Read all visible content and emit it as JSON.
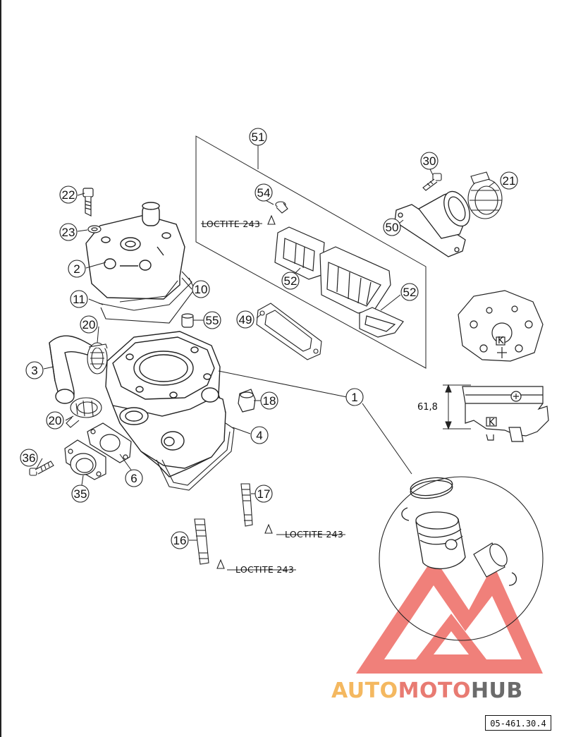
{
  "callouts": [
    {
      "id": "c51",
      "label": "51"
    },
    {
      "id": "c30",
      "label": "30"
    },
    {
      "id": "c21",
      "label": "21"
    },
    {
      "id": "c22",
      "label": "22"
    },
    {
      "id": "c54",
      "label": "54"
    },
    {
      "id": "c23",
      "label": "23"
    },
    {
      "id": "c50",
      "label": "50"
    },
    {
      "id": "c2",
      "label": "2"
    },
    {
      "id": "c52a",
      "label": "52"
    },
    {
      "id": "c11",
      "label": "11"
    },
    {
      "id": "c10",
      "label": "10"
    },
    {
      "id": "c52b",
      "label": "52"
    },
    {
      "id": "c20a",
      "label": "20"
    },
    {
      "id": "c55",
      "label": "55"
    },
    {
      "id": "c49",
      "label": "49"
    },
    {
      "id": "c3",
      "label": "3"
    },
    {
      "id": "c1",
      "label": "1"
    },
    {
      "id": "c18",
      "label": "18"
    },
    {
      "id": "c20b",
      "label": "20"
    },
    {
      "id": "c4",
      "label": "4"
    },
    {
      "id": "c36",
      "label": "36"
    },
    {
      "id": "c6",
      "label": "6"
    },
    {
      "id": "c35",
      "label": "35"
    },
    {
      "id": "c17",
      "label": "17"
    },
    {
      "id": "c16",
      "label": "16"
    }
  ],
  "notes": {
    "loctite_reed": "LOCTITE 243",
    "loctite_stud17": "LOCTITE 243",
    "loctite_stud16": "LOCTITE 243"
  },
  "dimension": {
    "value": "61,8"
  },
  "detail_marks": {
    "k_head": "K",
    "k_cyl": "K"
  },
  "brand": {
    "part1": "AUTO",
    "part2": "MOTO",
    "part3": "HUB",
    "color1": "#f4b860",
    "color2": "#e87b72",
    "color3": "#6b6b6b"
  },
  "ref_code": "05-461.30.4",
  "colors": {
    "line": "#222222",
    "watermark": "#ee6a63"
  }
}
